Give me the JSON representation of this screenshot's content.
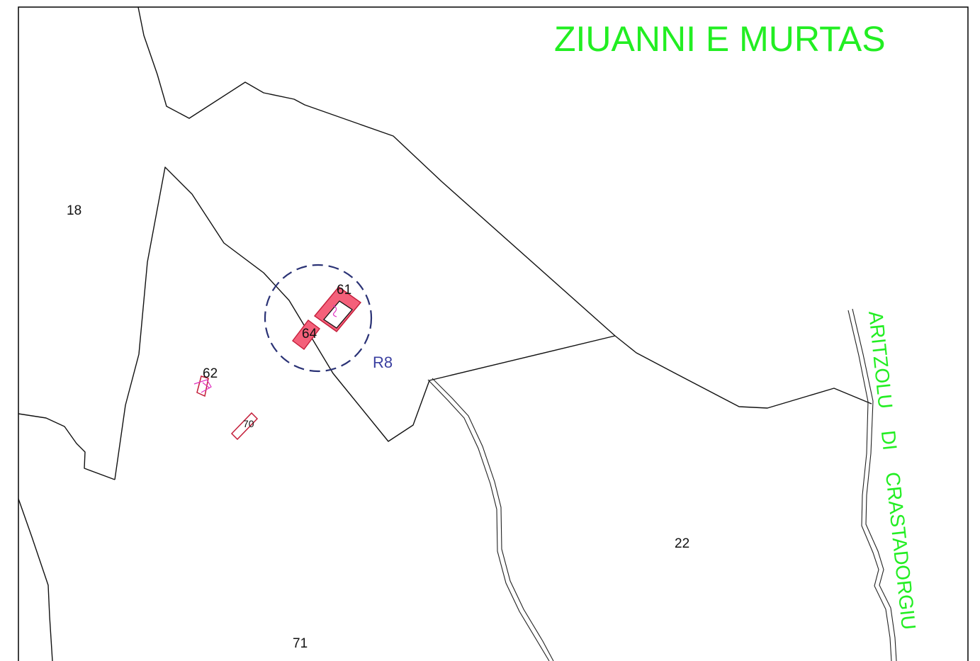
{
  "map": {
    "title": "ZIUANNI E MURTAS",
    "road_label": "ARITZOLU    DI    CRASTADORGIU",
    "zone_label": "R8",
    "parcels": {
      "p18": "18",
      "p61": "61",
      "p64": "64",
      "p62": "62",
      "p70": "70",
      "p22": "22",
      "p71": "71"
    },
    "colors": {
      "label_green": "#22ee22",
      "zone_blue": "#2a3275",
      "building_fill": "#f4607a",
      "building_stroke": "#c41e3a",
      "boundary": "#111111"
    }
  }
}
